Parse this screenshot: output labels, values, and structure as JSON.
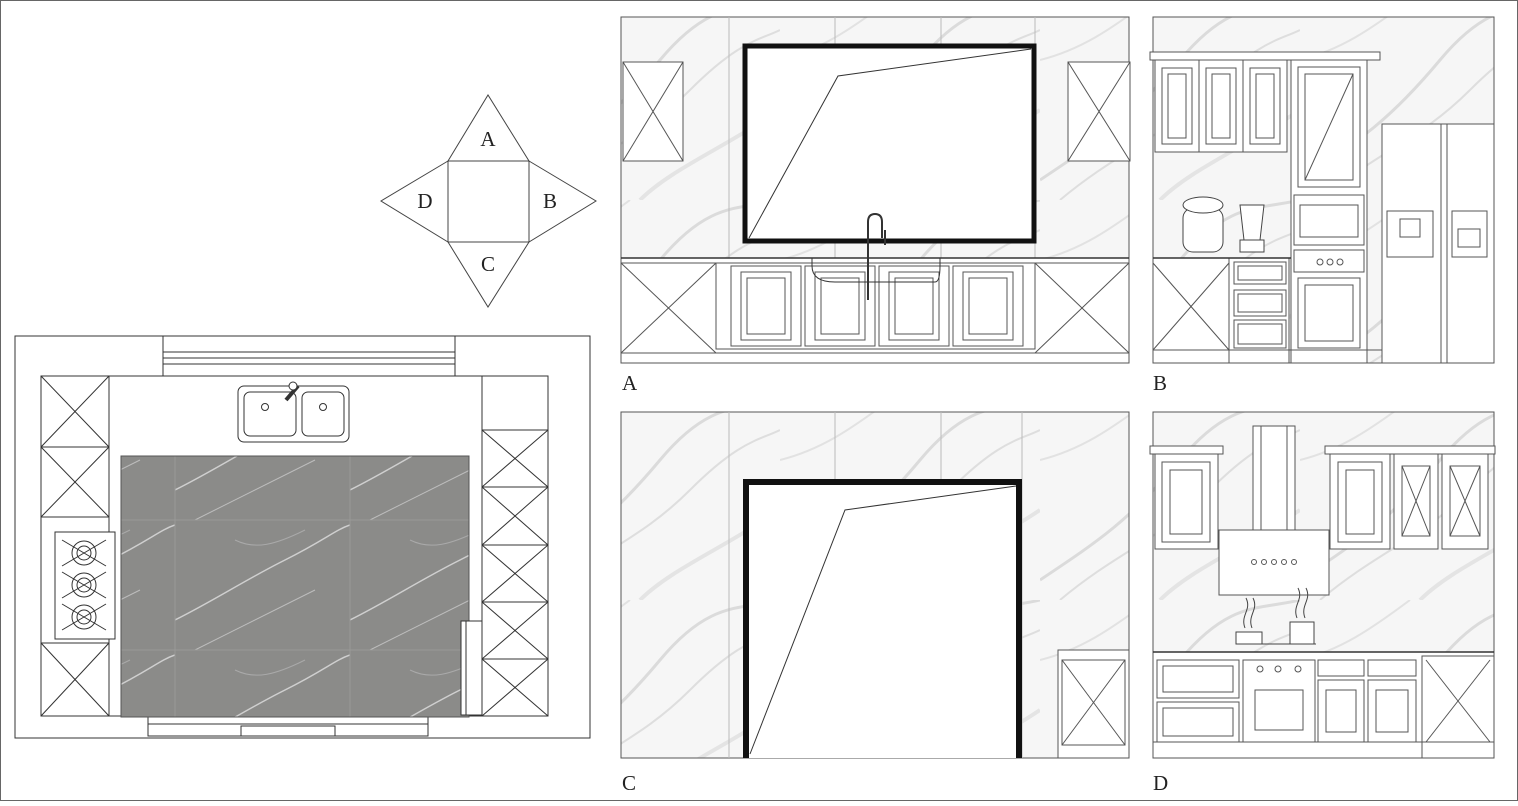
{
  "compass": {
    "top": "A",
    "right": "B",
    "bottom": "C",
    "left": "D"
  },
  "elevations": {
    "a": {
      "label": "A"
    },
    "b": {
      "label": "B"
    },
    "c": {
      "label": "C"
    },
    "d": {
      "label": "D"
    }
  },
  "colors": {
    "line": "#333333",
    "floor": "#8a8a88",
    "marble": "#f4f4f4",
    "frame": "#111111"
  }
}
